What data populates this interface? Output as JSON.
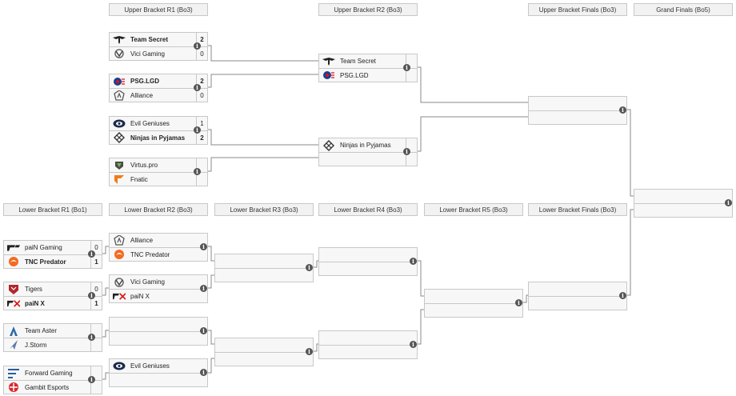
{
  "headers": {
    "ub_r1": "Upper Bracket R1 (Bo3)",
    "ub_r2": "Upper Bracket R2 (Bo3)",
    "ub_finals": "Upper Bracket Finals (Bo3)",
    "grand_finals": "Grand Finals (Bo5)",
    "lb_r1": "Lower Bracket R1 (Bo1)",
    "lb_r2": "Lower Bracket R2 (Bo3)",
    "lb_r3": "Lower Bracket R3 (Bo3)",
    "lb_r4": "Lower Bracket R4 (Bo3)",
    "lb_r5": "Lower Bracket R5 (Bo3)",
    "lb_finals": "Lower Bracket Finals (Bo3)"
  },
  "info_glyph": "i",
  "matches": {
    "ubr1_1": {
      "t1": {
        "name": "Team Secret",
        "score": "2",
        "logo": "team-secret-logo"
      },
      "t2": {
        "name": "Vici Gaming",
        "score": "0",
        "logo": "vici-gaming-logo"
      }
    },
    "ubr1_2": {
      "t1": {
        "name": "PSG.LGD",
        "score": "2",
        "logo": "psg-lgd-logo"
      },
      "t2": {
        "name": "Alliance",
        "score": "0",
        "logo": "alliance-logo"
      }
    },
    "ubr1_3": {
      "t1": {
        "name": "Evil Geniuses",
        "score": "1",
        "logo": "evil-geniuses-logo"
      },
      "t2": {
        "name": "Ninjas in Pyjamas",
        "score": "2",
        "logo": "nip-logo"
      }
    },
    "ubr1_4": {
      "t1": {
        "name": "Virtus.pro",
        "score": "",
        "logo": "virtus-pro-logo"
      },
      "t2": {
        "name": "Fnatic",
        "score": "",
        "logo": "fnatic-logo"
      }
    },
    "ubr2_1": {
      "t1": {
        "name": "Team Secret",
        "score": "",
        "logo": "team-secret-logo"
      },
      "t2": {
        "name": "PSG.LGD",
        "score": "",
        "logo": "psg-lgd-logo"
      }
    },
    "ubr2_2": {
      "t1": {
        "name": "Ninjas in Pyjamas",
        "score": "",
        "logo": "nip-logo"
      },
      "t2": {
        "name": "",
        "score": "",
        "logo": ""
      }
    },
    "lbr1_1": {
      "t1": {
        "name": "paiN Gaming",
        "score": "0",
        "logo": "pain-gaming-logo"
      },
      "t2": {
        "name": "TNC Predator",
        "score": "1",
        "logo": "tnc-predator-logo"
      }
    },
    "lbr1_2": {
      "t1": {
        "name": "Tigers",
        "score": "0",
        "logo": "tigers-logo"
      },
      "t2": {
        "name": "paiN X",
        "score": "1",
        "logo": "pain-x-logo"
      }
    },
    "lbr1_3": {
      "t1": {
        "name": "Team Aster",
        "score": "",
        "logo": "team-aster-logo"
      },
      "t2": {
        "name": "J.Storm",
        "score": "",
        "logo": "j-storm-logo"
      }
    },
    "lbr1_4": {
      "t1": {
        "name": "Forward Gaming",
        "score": "",
        "logo": "forward-gaming-logo"
      },
      "t2": {
        "name": "Gambit Esports",
        "score": "",
        "logo": "gambit-esports-logo"
      }
    },
    "lbr2_1": {
      "t1": {
        "name": "Alliance",
        "score": "",
        "logo": "alliance-logo"
      },
      "t2": {
        "name": "TNC Predator",
        "score": "",
        "logo": "tnc-predator-logo"
      }
    },
    "lbr2_2": {
      "t1": {
        "name": "Vici Gaming",
        "score": "",
        "logo": "vici-gaming-logo"
      },
      "t2": {
        "name": "paiN X",
        "score": "",
        "logo": "pain-x-logo"
      }
    },
    "lbr2_4": {
      "t1": {
        "name": "Evil Geniuses",
        "score": "",
        "logo": "evil-geniuses-logo"
      },
      "t2": {
        "name": "",
        "score": "",
        "logo": ""
      }
    }
  },
  "bold_winners": [
    "Team Secret",
    "PSG.LGD",
    "Ninjas in Pyjamas",
    "TNC Predator",
    "paiN X"
  ]
}
